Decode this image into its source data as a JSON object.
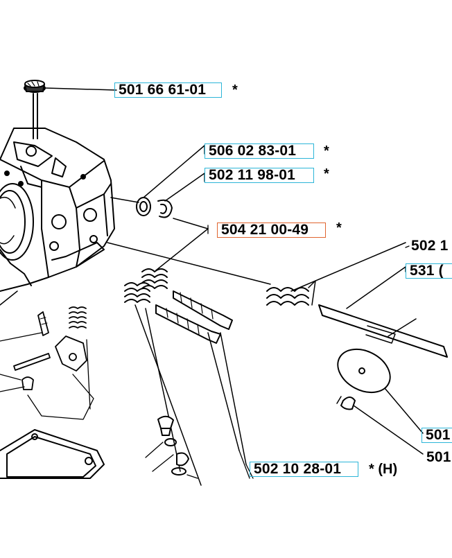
{
  "parts": [
    {
      "id": "p1",
      "number": "501 66 61-01",
      "note": "*"
    },
    {
      "id": "p2",
      "number": "506 02 83-01",
      "note": "*"
    },
    {
      "id": "p3",
      "number": "502 11 98-01",
      "note": "*"
    },
    {
      "id": "p4",
      "number": "504 21 00-49",
      "note": "*",
      "highlighted": true
    },
    {
      "id": "p5",
      "number": "502 1",
      "note": ""
    },
    {
      "id": "p6",
      "number": "531 (",
      "note": ""
    },
    {
      "id": "p7",
      "number": "501",
      "note": ""
    },
    {
      "id": "p8",
      "number": "501",
      "note": ""
    },
    {
      "id": "p9",
      "number": "502 10 28-01",
      "note": "* (H)"
    }
  ],
  "colors": {
    "label_border": "#2bb5d8",
    "highlight_border": "#e0642e",
    "line": "#000000"
  }
}
